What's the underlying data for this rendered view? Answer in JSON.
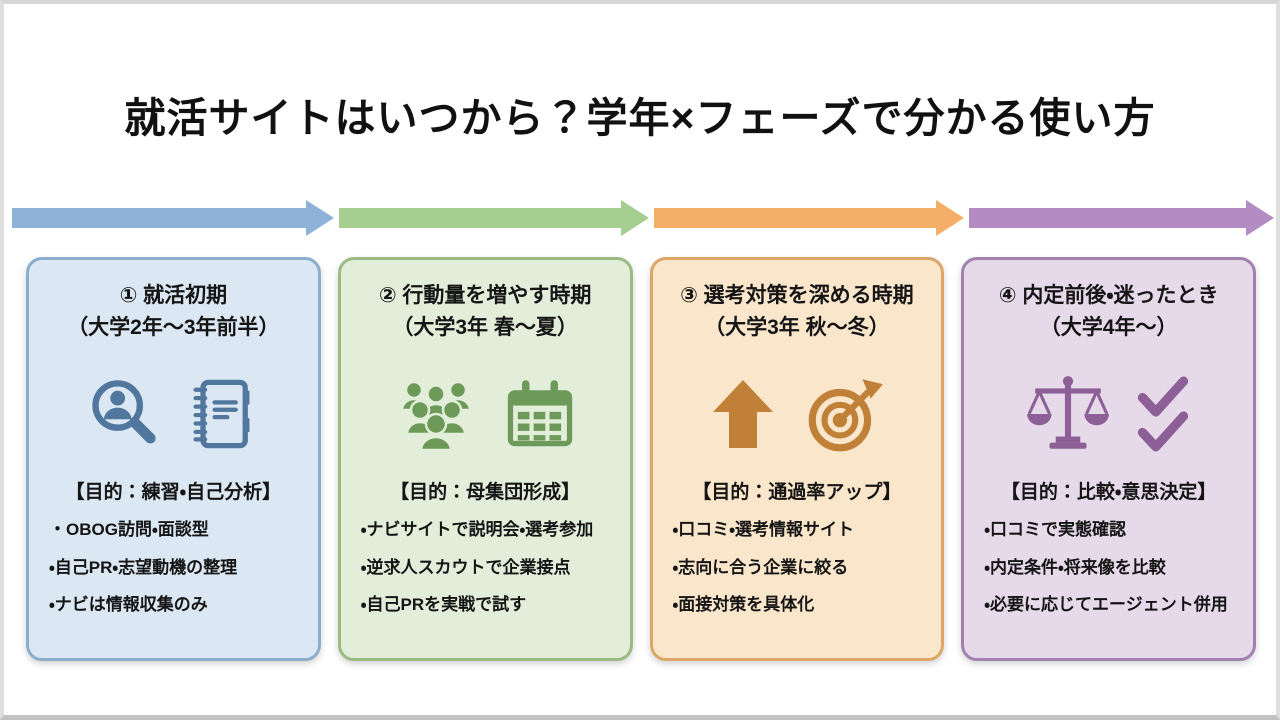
{
  "page": {
    "title": "就活サイトはいつから？学年×フェーズで分かる使い方"
  },
  "timeline": {
    "arrow_colors": [
      "#8fb2d8",
      "#a6ce90",
      "#f4ae68",
      "#b48cc4"
    ]
  },
  "cards": [
    {
      "title_line1": "① 就活初期",
      "title_line2": "（大学2年〜3年前半）",
      "purpose": "【目的：練習・自己分析】",
      "bullets": [
        "・OBOG訪問・面談型",
        "・自己PR・志望動機の整理",
        "・ナビは情報収集のみ"
      ],
      "icons": [
        "person-search-icon",
        "notebook-icon"
      ],
      "colors": {
        "background": "#dbe7f3",
        "border": "#8cadcc",
        "icon": "#52779e"
      }
    },
    {
      "title_line1": "② 行動量を増やす時期",
      "title_line2": "（大学3年 春〜夏）",
      "purpose": "【目的：母集団形成】",
      "bullets": [
        "・ナビサイトで説明会・選考参加",
        "・逆求人スカウトで企業接点",
        "・自己PRを実戦で試す"
      ],
      "icons": [
        "crowd-icon",
        "calendar-icon"
      ],
      "colors": {
        "background": "#e2eeda",
        "border": "#9cba84",
        "icon": "#6d9a58"
      }
    },
    {
      "title_line1": "③ 選考対策を深める時期",
      "title_line2": "（大学3年 秋〜冬）",
      "purpose": "【目的：通過率アップ】",
      "bullets": [
        "・口コミ・選考情報サイト",
        "・志向に合う企業に絞る",
        "・面接対策を具体化"
      ],
      "icons": [
        "up-arrow-icon",
        "target-icon"
      ],
      "colors": {
        "background": "#fae7cb",
        "border": "#dba766",
        "icon": "#c08038"
      }
    },
    {
      "title_line1": "④ 内定前後・迷ったとき",
      "title_line2": "（大学4年〜）",
      "purpose": "【目的：比較・意思決定】",
      "bullets": [
        "・口コミで実態確認",
        "・内定条件・将来像を比較",
        "・必要に応じてエージェント併用"
      ],
      "icons": [
        "balance-scale-icon",
        "double-check-icon"
      ],
      "colors": {
        "background": "#e6d9e9",
        "border": "#a381af",
        "icon": "#8c5f97"
      }
    }
  ]
}
